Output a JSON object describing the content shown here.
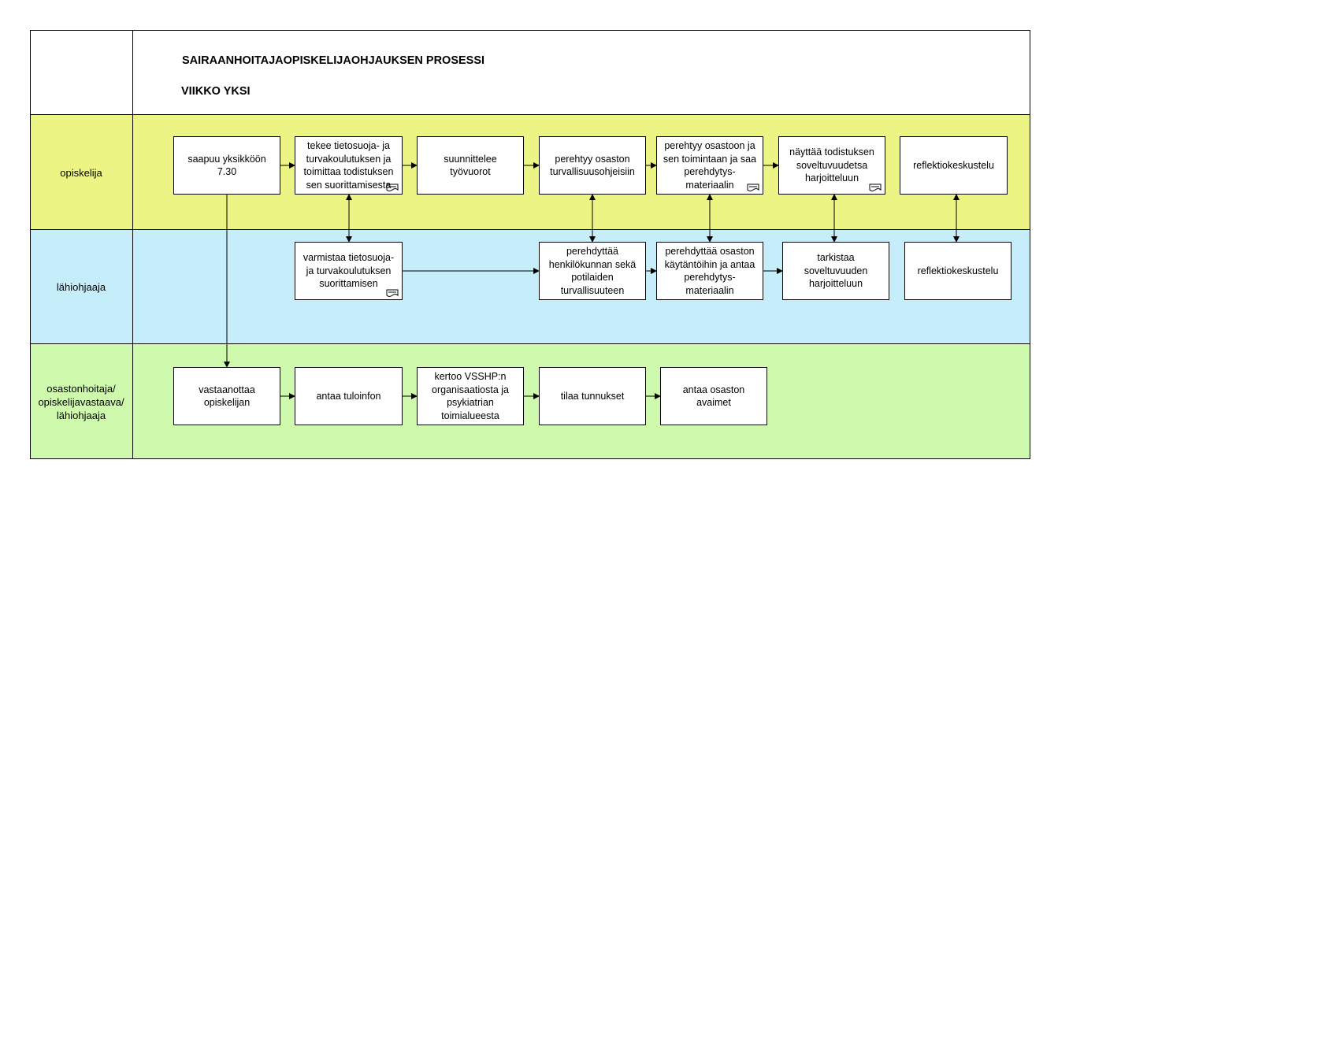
{
  "header": {
    "title": "SAIRAANHOITAJAOPISKELIJAOHJAUKSEN PROSESSI",
    "subtitle": "VIIKKO YKSI"
  },
  "colors": {
    "lane_opiskelija": "#ecf583",
    "lane_lahiohjaaja": "#c5eefa",
    "lane_osastonhoitaja": "#cff9ad"
  },
  "lanes": [
    {
      "label": "opiskelija"
    },
    {
      "label": "lähiohjaaja"
    },
    {
      "label": "osastonhoitaja/\nopiskelijavastaava/\nlähiohjaaja"
    }
  ],
  "boxes": {
    "o1": {
      "text": "saapuu yksikköön\n7.30",
      "icon": ""
    },
    "o2": {
      "text": "tekee tietosuoja- ja\nturvakoulutuksen ja\ntoimittaa todistuksen\nsen suorittamisesta",
      "icon": "document-icon"
    },
    "o3": {
      "text": "suunnittelee\ntyövuorot",
      "icon": ""
    },
    "o4": {
      "text": "perehtyy osaston\nturvallisuusohjeisiin",
      "icon": ""
    },
    "o5": {
      "text": "perehtyy osastoon ja\nsen toimintaan ja saa\nperehdytys-\nmateriaalin",
      "icon": "document-icon"
    },
    "o6": {
      "text": "näyttää todistuksen\nsoveltuvuudetsa\nharjoitteluun",
      "icon": "document-icon"
    },
    "o7": {
      "text": "reflektiokeskustelu",
      "icon": ""
    },
    "l1": {
      "text": "varmistaa tietosuoja-\nja turvakoulutuksen\nsuorittamisen",
      "icon": "document-icon"
    },
    "l2": {
      "text": "perehdyttää\nhenkilökunnan sekä\npotilaiden\nturvallisuuteen",
      "icon": ""
    },
    "l3": {
      "text": "perehdyttää osaston\nkäytäntöihin ja antaa\nperehdytys-\nmateriaalin",
      "icon": ""
    },
    "l4": {
      "text": "tarkistaa\nsoveltuvuuden\nharjoitteluun",
      "icon": ""
    },
    "l5": {
      "text": "reflektiokeskustelu",
      "icon": ""
    },
    "h1": {
      "text": "vastaanottaa\nopiskelijan",
      "icon": ""
    },
    "h2": {
      "text": "antaa tuloinfon",
      "icon": ""
    },
    "h3": {
      "text": "kertoo VSSHP:n\norganisaatiosta ja\npsykiatrian\ntoimialueesta",
      "icon": ""
    },
    "h4": {
      "text": "tilaa tunnukset",
      "icon": ""
    },
    "h5": {
      "text": "antaa osaston\navaimet",
      "icon": ""
    }
  },
  "connections": [
    {
      "from": "o1",
      "to": "o2",
      "type": "arrow"
    },
    {
      "from": "o2",
      "to": "o3",
      "type": "arrow"
    },
    {
      "from": "o3",
      "to": "o4",
      "type": "arrow"
    },
    {
      "from": "o4",
      "to": "o5",
      "type": "arrow"
    },
    {
      "from": "o5",
      "to": "o6",
      "type": "arrow"
    },
    {
      "from": "o1",
      "to": "h1",
      "type": "arrow"
    },
    {
      "from": "o2",
      "to": "l1",
      "type": "bidirectional"
    },
    {
      "from": "o4",
      "to": "l2",
      "type": "bidirectional"
    },
    {
      "from": "o5",
      "to": "l3",
      "type": "bidirectional"
    },
    {
      "from": "o6",
      "to": "l4",
      "type": "bidirectional"
    },
    {
      "from": "o7",
      "to": "l5",
      "type": "bidirectional"
    },
    {
      "from": "l1",
      "to": "l2",
      "type": "arrow"
    },
    {
      "from": "l2",
      "to": "l3",
      "type": "arrow"
    },
    {
      "from": "l3",
      "to": "l4",
      "type": "arrow"
    },
    {
      "from": "h1",
      "to": "h2",
      "type": "arrow"
    },
    {
      "from": "h2",
      "to": "h3",
      "type": "arrow"
    },
    {
      "from": "h3",
      "to": "h4",
      "type": "arrow"
    },
    {
      "from": "h4",
      "to": "h5",
      "type": "arrow"
    }
  ]
}
